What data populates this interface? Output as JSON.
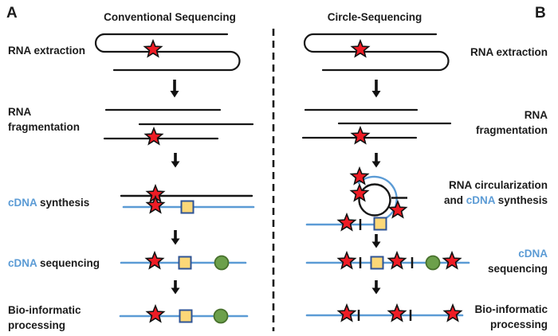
{
  "colors": {
    "accent_blue": "#5b9bd5",
    "star_red": "#ee1c25",
    "square_fill": "#fcd878",
    "square_border": "#2f5496",
    "circle_fill": "#6ca04b",
    "circle_border": "#47702c"
  },
  "panel_a": {
    "corner_label": "A",
    "title": "Conventional Sequencing",
    "steps": {
      "extraction": "RNA extraction",
      "fragmentation_line1": "RNA",
      "fragmentation_line2": "fragmentation",
      "synthesis_accent": "cDNA",
      "synthesis_rest": " synthesis",
      "sequencing_accent": "cDNA",
      "sequencing_rest": " sequencing",
      "bioinf_line1": "Bio-informatic",
      "bioinf_line2": "processing"
    }
  },
  "panel_b": {
    "corner_label": "B",
    "title": "Circle-Sequencing",
    "steps": {
      "extraction": "RNA extraction",
      "fragmentation_line1": "RNA",
      "fragmentation_line2": "fragmentation",
      "circularization_line1": "RNA circularization",
      "circularization_line2_pre": "and ",
      "circularization_accent": "cDNA",
      "circularization_line2_post": " synthesis",
      "sequencing_accent": "cDNA",
      "sequencing_line2": "sequencing",
      "bioinf_line1": "Bio-informatic",
      "bioinf_line2": "processing"
    }
  }
}
